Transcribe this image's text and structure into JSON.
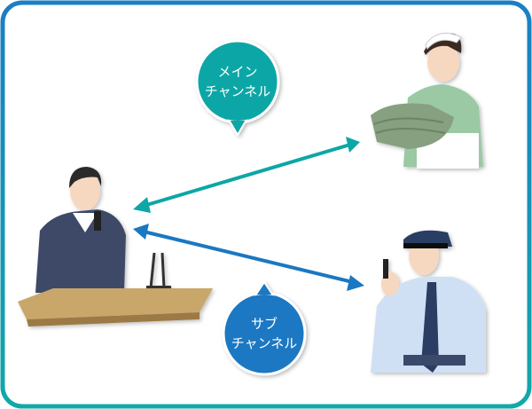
{
  "colors": {
    "border_top": "#1a7fc4",
    "border_bottom": "#12a8a8",
    "main_channel": "#0ea6a6",
    "sub_channel": "#1a78c2"
  },
  "main_bubble": {
    "line1": "メイン",
    "line2": "チャンネル"
  },
  "sub_bubble": {
    "line1": "サブ",
    "line2": "チャンネル"
  },
  "people": {
    "dispatcher": "dispatcher-at-desk",
    "nurse": "caregiver-with-towels",
    "guard": "security-guard"
  }
}
